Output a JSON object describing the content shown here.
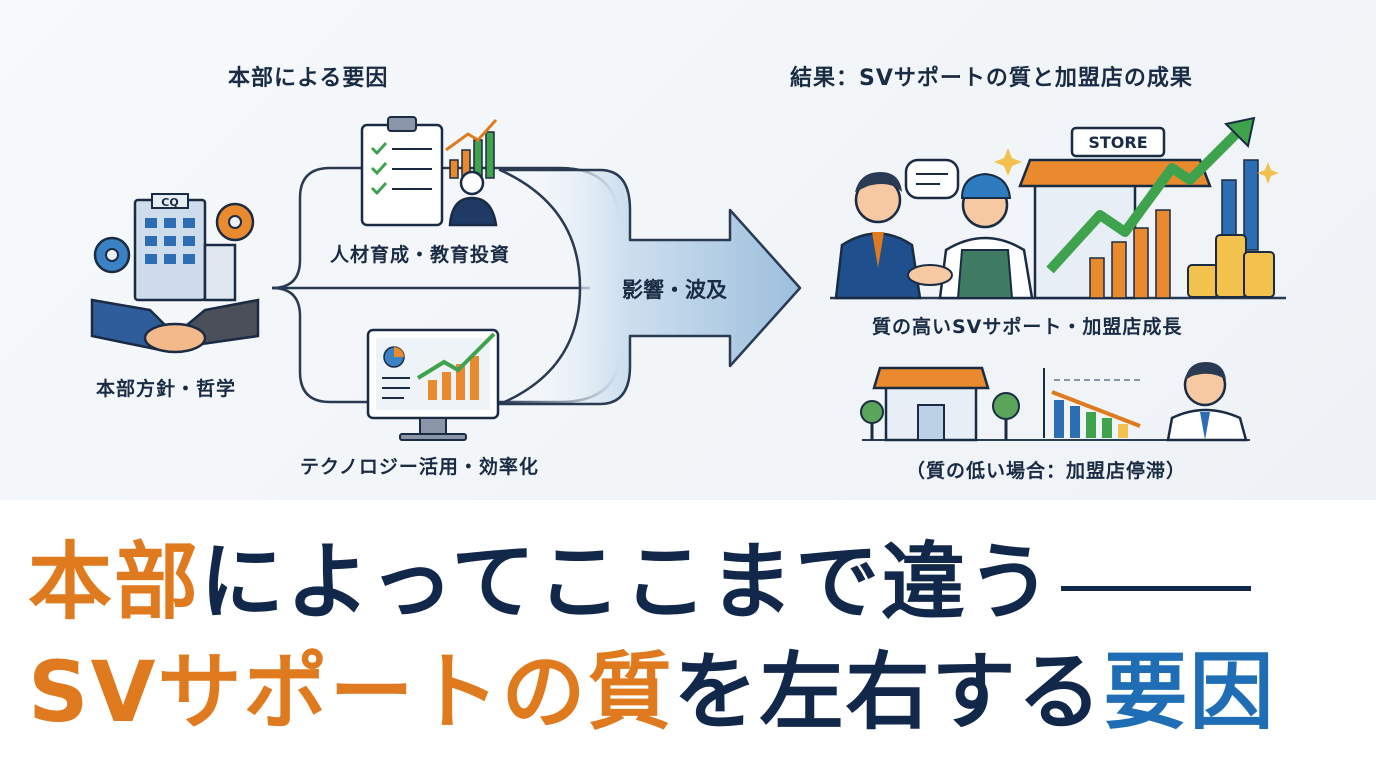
{
  "left_heading": "本部による要因",
  "right_heading": "結果：SVサポートの質と加盟店の成果",
  "nodes": {
    "hq": "本部方針・哲学",
    "training": "人材育成・教育投資",
    "tech": "テクノロジー活用・効率化",
    "influence": "影響・波及",
    "high_quality": "質の高いSVサポート・加盟店成長",
    "low_quality": "（質の低い場合：加盟店停滞）"
  },
  "illustration_text": {
    "building_sign": "CQ",
    "store_sign": "STORE"
  },
  "headline": {
    "line1_accent": "本部",
    "line1_rest": "によってここまで違う",
    "line2_accent": "SVサポートの質",
    "line2_mid": "を左右する",
    "line2_end": "要因"
  },
  "colors": {
    "orange": "#e07a1f",
    "navy": "#12284a",
    "blue": "#1f6eb5",
    "green": "#3fa34d"
  }
}
